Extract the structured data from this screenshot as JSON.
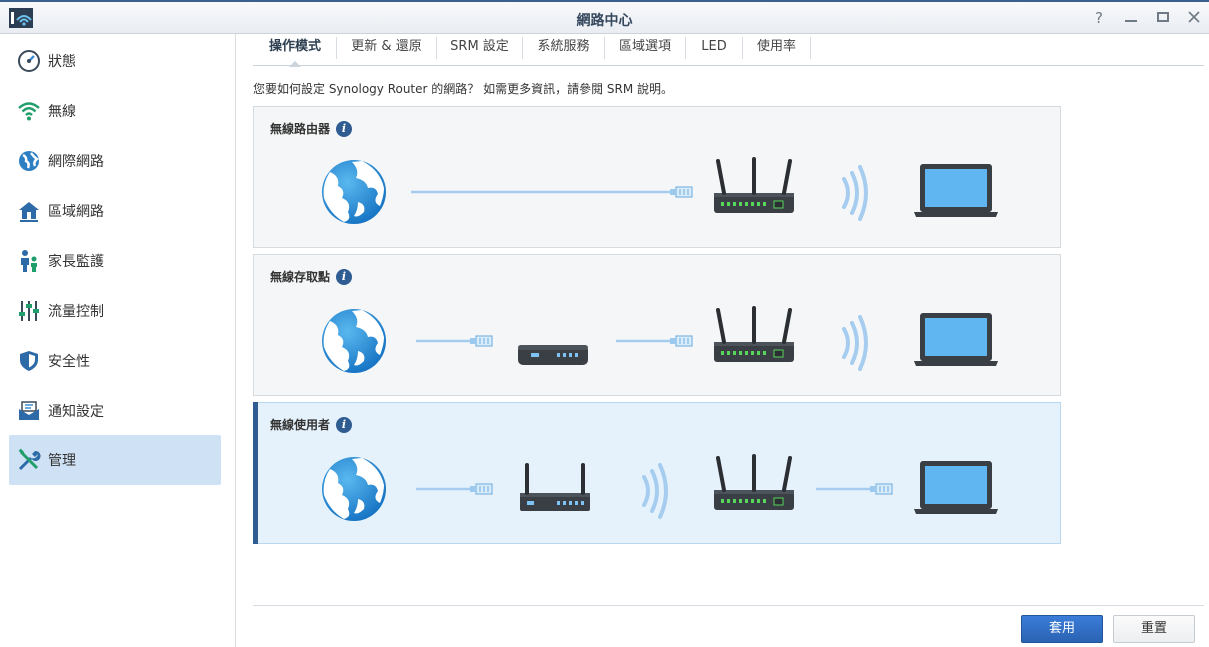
{
  "window": {
    "title": "網路中心"
  },
  "sidebar": {
    "items": [
      {
        "label": "狀態",
        "icon": "gauge-icon"
      },
      {
        "label": "無線",
        "icon": "wifi-icon"
      },
      {
        "label": "網際網路",
        "icon": "globe-icon"
      },
      {
        "label": "區域網路",
        "icon": "home-network-icon"
      },
      {
        "label": "家長監護",
        "icon": "parent-child-icon"
      },
      {
        "label": "流量控制",
        "icon": "sliders-icon"
      },
      {
        "label": "安全性",
        "icon": "shield-icon"
      },
      {
        "label": "通知設定",
        "icon": "mail-icon"
      },
      {
        "label": "管理",
        "icon": "tools-icon",
        "active": true
      }
    ]
  },
  "tabs": [
    {
      "label": "操作模式",
      "active": true
    },
    {
      "label": "更新 & 還原"
    },
    {
      "label": "SRM 設定"
    },
    {
      "label": "系統服務"
    },
    {
      "label": "區域選項"
    },
    {
      "label": "LED"
    },
    {
      "label": "使用率"
    }
  ],
  "intro": "您要如何設定 Synology Router 的網路？ 如需更多資訊，請參閱 SRM 說明。",
  "modes": [
    {
      "title": "無線路由器",
      "info": "i",
      "selected": false
    },
    {
      "title": "無線存取點",
      "info": "i",
      "selected": false
    },
    {
      "title": "無線使用者",
      "info": "i",
      "selected": true
    }
  ],
  "buttons": {
    "apply": "套用",
    "reset": "重置"
  },
  "colors": {
    "accent": "#2f5d92",
    "selected_bg": "#e6f2fb",
    "primary_button": "#3371c6"
  }
}
